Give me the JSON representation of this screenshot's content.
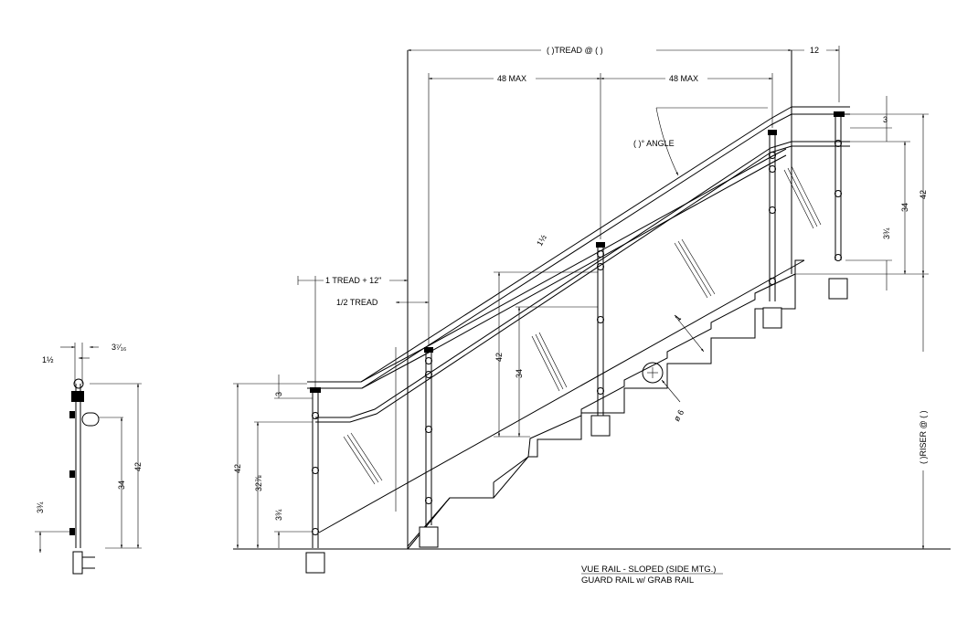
{
  "dimensions": {
    "top_tread": "(       )TREAD @ (       )",
    "top_12": "12",
    "max_left": "48 MAX",
    "max_right": "48 MAX",
    "angle": "(       )° ANGLE",
    "tread_12": "1 TREAD + 12\"",
    "half_tread": "1/2 TREAD",
    "offset_1_5": "1½",
    "slope_1": "1",
    "dia_6": "ø 6",
    "riser": "(       )RISER @ (       )",
    "left_42": "42",
    "left_32_7_8": "32⅞",
    "left_3_3_4": "3¾",
    "left_3": "3",
    "mid_42": "42",
    "mid_34": "34",
    "right_3": "3",
    "right_42": "42",
    "right_34": "34",
    "right_3_3_4": "3¾",
    "detail_1_5": "1½",
    "detail_3_7_16": "3⁷⁄₁₆",
    "detail_34": "34",
    "detail_42": "42",
    "detail_3_3_4": "3¾"
  },
  "title": {
    "line1": "VUE RAIL - SLOPED (SIDE MTG.)",
    "line2": "GUARD RAIL w/ GRAB RAIL"
  }
}
